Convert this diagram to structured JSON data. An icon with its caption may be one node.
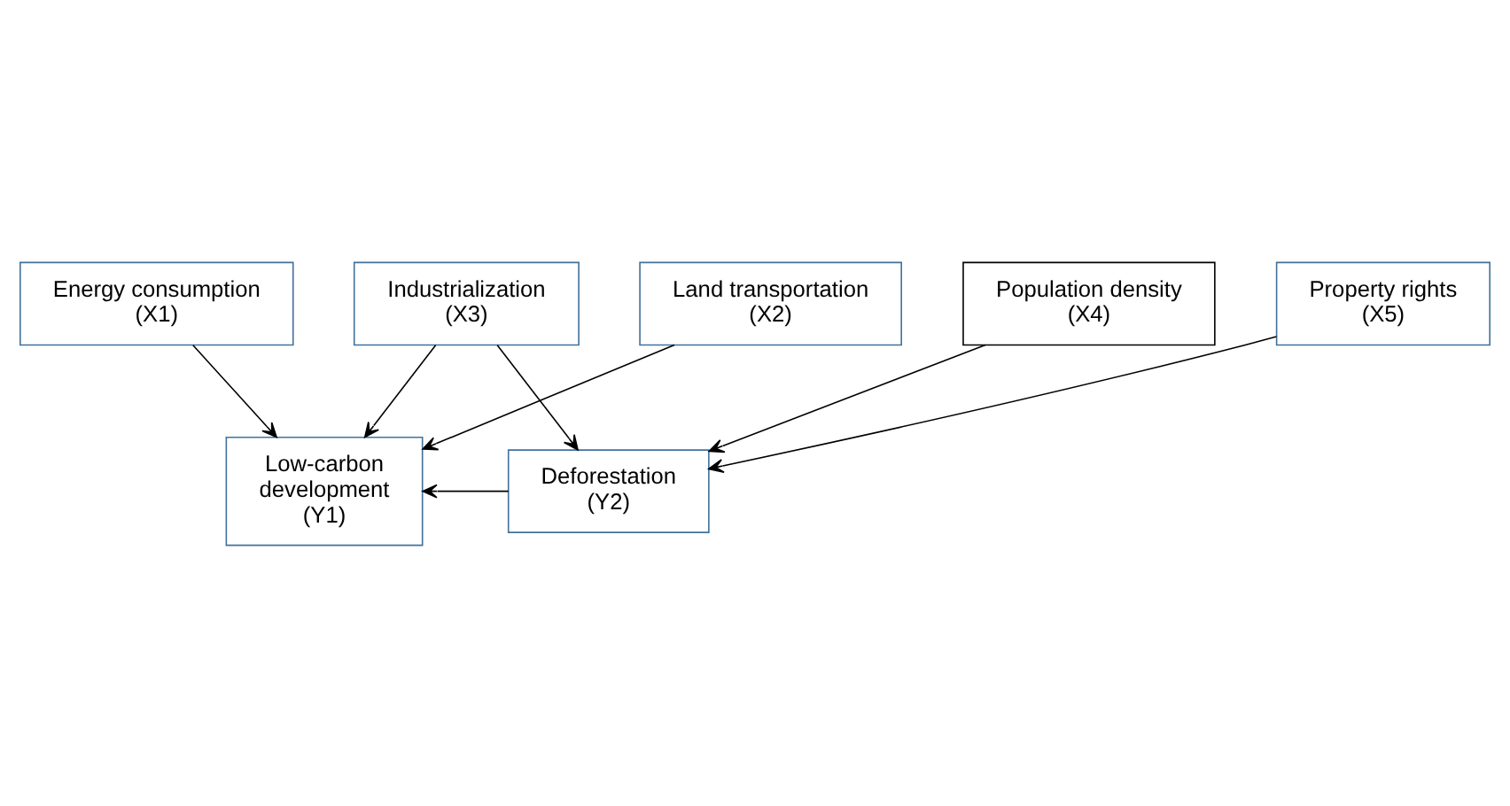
{
  "diagram": {
    "nodes": [
      {
        "text": [
          "Industrialization (X3)"
        ]
      },
      {
        "text": [
          "Energy consumption (X1)"
        ]
      },
      {
        "text": [
          "Population density (X4)"
        ]
      },
      {
        "text": [
          "Low-carbon development (Y1)"
        ]
      },
      {
        "text": [
          "Deforestation (Y2)"
        ]
      },
      {
        "text": [
          "Land transportation (X2)"
        ]
      },
      {
        "text": [
          "Property rights (X5)"
        ]
      }
    ],
    "edges": [
      {
        "from": 0,
        "to": 3,
        "arrow": "to"
      },
      {
        "from": 0,
        "to": 4,
        "arrow": "to"
      },
      {
        "from": 1,
        "to": 3,
        "arrow": "to"
      },
      {
        "from": 4,
        "to": 3,
        "arrow": "to"
      },
      {
        "from": 2,
        "to": 4,
        "arrow": "to"
      },
      {
        "from": 5,
        "to": 3,
        "arrow": "to"
      },
      {
        "from": 6,
        "to": 4,
        "arrow": "to"
      }
    ]
  }
}
